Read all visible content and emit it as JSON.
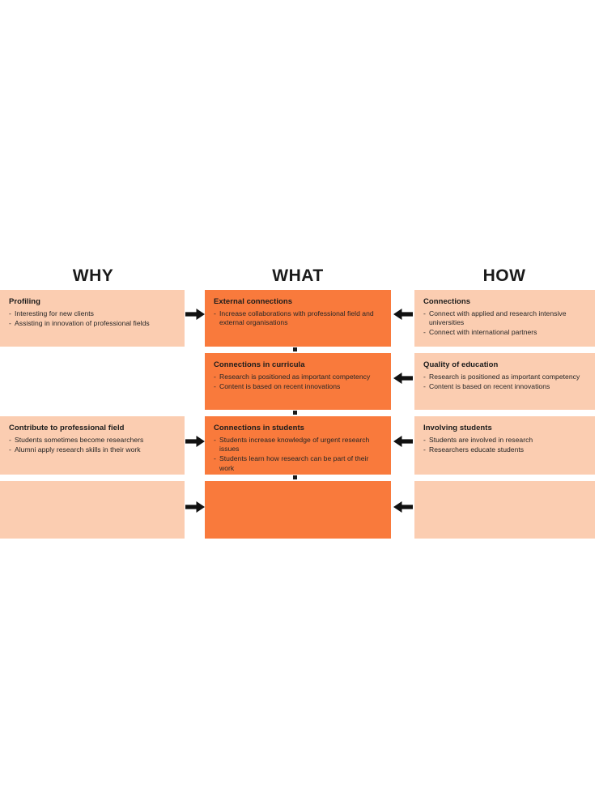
{
  "headers": {
    "why": "WHY",
    "what": "WHAT",
    "how": "HOW"
  },
  "colors": {
    "accent_orange": "#F97A3C",
    "light_peach": "#FBCDB1",
    "text_dark": "#1B1B1B",
    "background": "#FFFFFF"
  },
  "columns": {
    "why": {
      "label": "WHY",
      "boxes": [
        {
          "title": "Profiling",
          "bullets": [
            "Interesting for new clients",
            "Assisting in innovation of professional fields"
          ]
        },
        {
          "title": "",
          "bullets": []
        },
        {
          "title": "Contribute to professional field",
          "bullets": [
            "Students sometimes become researchers",
            "Alumni apply research skills in their work"
          ]
        },
        {
          "title": "",
          "bullets": []
        }
      ]
    },
    "what": {
      "label": "WHAT",
      "boxes": [
        {
          "title": "External connections",
          "bullets": [
            "Increase collaborations with professional field and external organisations"
          ]
        },
        {
          "title": "Connections in curricula",
          "bullets": [
            "Research is positioned as important competency",
            "Content is based on recent innovations"
          ]
        },
        {
          "title": "Connections in students",
          "bullets": [
            "Students increase knowledge of urgent research issues",
            "Students learn how research can be part of their work"
          ]
        },
        {
          "title": "",
          "bullets": []
        }
      ]
    },
    "how": {
      "label": "HOW",
      "boxes": [
        {
          "title": "Connections",
          "bullets": [
            "Connect with applied and research intensive universities",
            "Connect with international partners"
          ]
        },
        {
          "title": "Quality of education",
          "bullets": [
            "Research is positioned as important competency",
            "Content is based on recent innovations"
          ]
        },
        {
          "title": "Involving students",
          "bullets": [
            "Students are involved in research",
            "Researchers educate students"
          ]
        },
        {
          "title": "",
          "bullets": []
        }
      ]
    }
  },
  "arrows": {
    "right_pointing_icon": "arrow-right-icon",
    "left_pointing_icon": "arrow-left-icon"
  }
}
